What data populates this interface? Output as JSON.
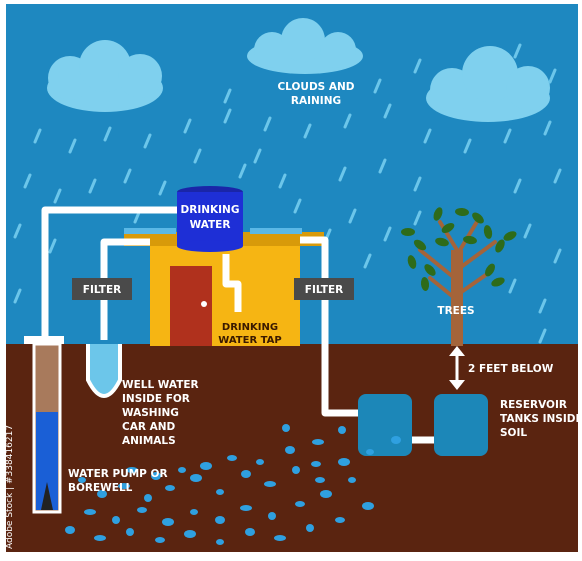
{
  "labels": {
    "clouds": [
      "CLOUDS AND",
      "RAINING"
    ],
    "tank": [
      "DRINKING",
      "WATER"
    ],
    "filter_left": "FILTER",
    "filter_right": "FILTER",
    "tap": [
      "DRINKING",
      "WATER TAP"
    ],
    "trees": "TREES",
    "depth": "2 FEET BELOW",
    "well": [
      "WELL WATER",
      "INSIDE FOR",
      "WASHING",
      "CAR AND",
      "ANIMALS"
    ],
    "pump": [
      "WATER PUMP OR",
      "BOREWELL"
    ],
    "reservoir": [
      "RESERVOIR",
      "TANKS INSIDE",
      "SOIL"
    ]
  },
  "watermark": "Adobe Stock | #338416217",
  "colors": {
    "sky": "#1e88c0",
    "soil": "#5a2410",
    "cloud": "#7fd0ee",
    "rain": "#6cc6ea",
    "pipe": "#ffffff",
    "tank": "#1e2fd6",
    "house": "#f6b513",
    "door": "#b0311d",
    "reservoir": "#1c87b8",
    "tree_leaf": "#2e6b1a",
    "tree_trunk": "#a4643a",
    "filter_box": "#4a4a4a",
    "water_drop": "#2fa0e0"
  }
}
